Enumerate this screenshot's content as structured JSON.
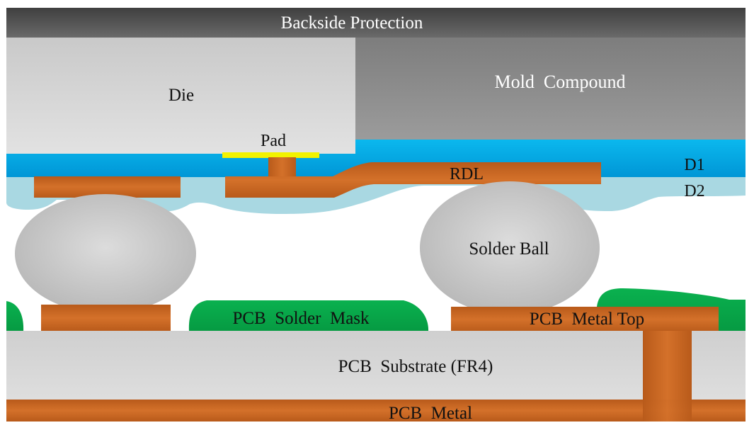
{
  "labels": {
    "backside_protection": "Backside Protection",
    "die": "Die",
    "mold_compound": "Mold  Compound",
    "pad": "Pad",
    "rdl": "RDL",
    "d1": "D1",
    "d2": "D2",
    "solder_ball": "Solder Ball",
    "pcb_solder_mask": "PCB  Solder  Mask",
    "pcb_metal_top": "PCB  Metal Top",
    "pcb_substrate": "PCB  Substrate (FR4)",
    "pcb_metal": "PCB  Metal"
  },
  "colors": {
    "backside_protection": "#555555",
    "die": "#d4d4d4",
    "mold_compound": "#8c8c8c",
    "pad": "#f2f200",
    "d1_dielectric": "#05a9e4",
    "d2_dielectric": "#a9d8e2",
    "copper": "#c5611d",
    "solder_ball": "#c8c8c8",
    "pcb_solder_mask": "#08a64a",
    "pcb_substrate": "#d6d6d6"
  }
}
